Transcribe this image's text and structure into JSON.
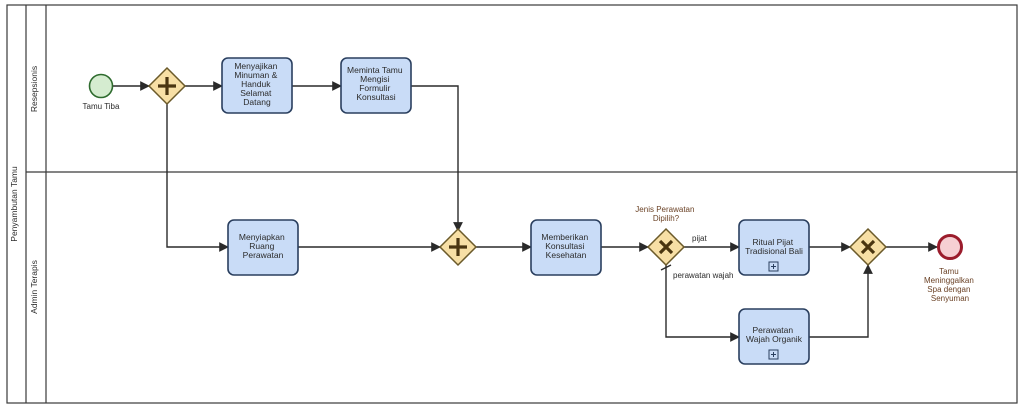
{
  "pool": {
    "label": "Penyambutan Tamu"
  },
  "lanes": [
    {
      "id": "resepsionis",
      "label": "Resepsionis"
    },
    {
      "id": "admin_terapis",
      "label": "Admin Terapis"
    }
  ],
  "start_event": {
    "label": "Tamu Tiba"
  },
  "end_event": {
    "label_lines": [
      "Tamu",
      "Meninggalkan",
      "Spa dengan",
      "Senyuman"
    ]
  },
  "tasks": [
    {
      "id": "t1",
      "lines": [
        "Menyajikan",
        "Minuman &",
        "Handuk",
        "Selamat",
        "Datang"
      ]
    },
    {
      "id": "t2",
      "lines": [
        "Meminta Tamu",
        "Mengisi",
        "Formulir",
        "Konsultasi"
      ]
    },
    {
      "id": "t3",
      "lines": [
        "Menyiapkan",
        "Ruang",
        "Perawatan"
      ]
    },
    {
      "id": "t4",
      "lines": [
        "Memberikan",
        "Konsultasi",
        "Kesehatan"
      ]
    },
    {
      "id": "t5",
      "lines": [
        "Ritual Pijat",
        "Tradisional Bali"
      ],
      "subprocess": true
    },
    {
      "id": "t6",
      "lines": [
        "Perawatan",
        "Wajah Organik"
      ],
      "subprocess": true
    }
  ],
  "gateways": [
    {
      "id": "g1",
      "type": "parallel"
    },
    {
      "id": "g2",
      "type": "parallel"
    },
    {
      "id": "g3",
      "type": "exclusive",
      "label_lines": [
        "Jenis Perawatan",
        "Dipilih?"
      ]
    },
    {
      "id": "g4",
      "type": "exclusive"
    }
  ],
  "flow_labels": {
    "pijat": "pijat",
    "wajah": "perawatan wajah"
  },
  "colors": {
    "task_fill": "#c9dcf7",
    "task_stroke": "#2a3f5f",
    "gateway_fill": "#f7dfa5",
    "start_fill": "#d5ecd0",
    "start_stroke": "#2e6b2e",
    "end_fill": "#f6cfd3",
    "end_stroke": "#9b1c2c",
    "label_brown": "#6b4226"
  }
}
